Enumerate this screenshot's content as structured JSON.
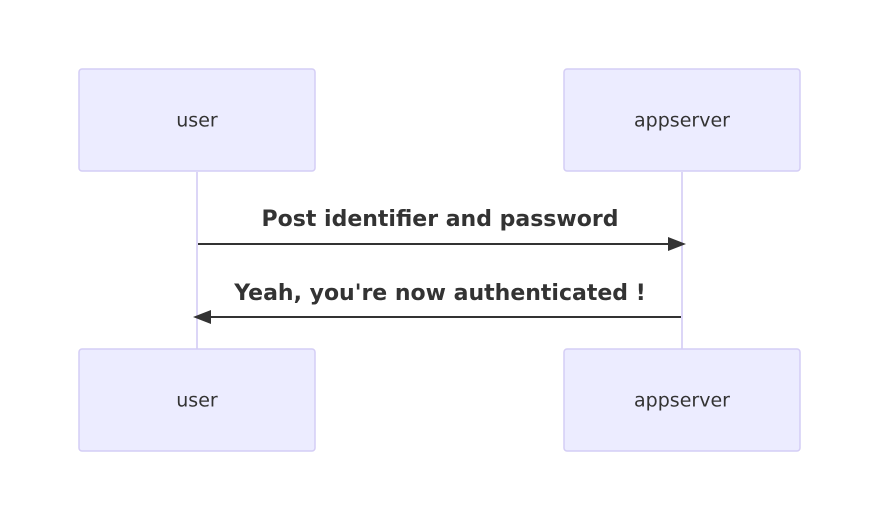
{
  "diagram": {
    "type": "sequence",
    "participants": [
      {
        "id": "user",
        "label": "user"
      },
      {
        "id": "appserver",
        "label": "appserver"
      }
    ],
    "messages": [
      {
        "from": "user",
        "to": "appserver",
        "label": "Post identifier and password"
      },
      {
        "from": "appserver",
        "to": "user",
        "label": "Yeah, you're now authenticated !"
      }
    ]
  },
  "colors": {
    "actor_fill": "#ececff",
    "actor_border": "#d4cdf5",
    "lifeline": "#dcd6f7",
    "message": "#333333",
    "text": "#333333"
  }
}
